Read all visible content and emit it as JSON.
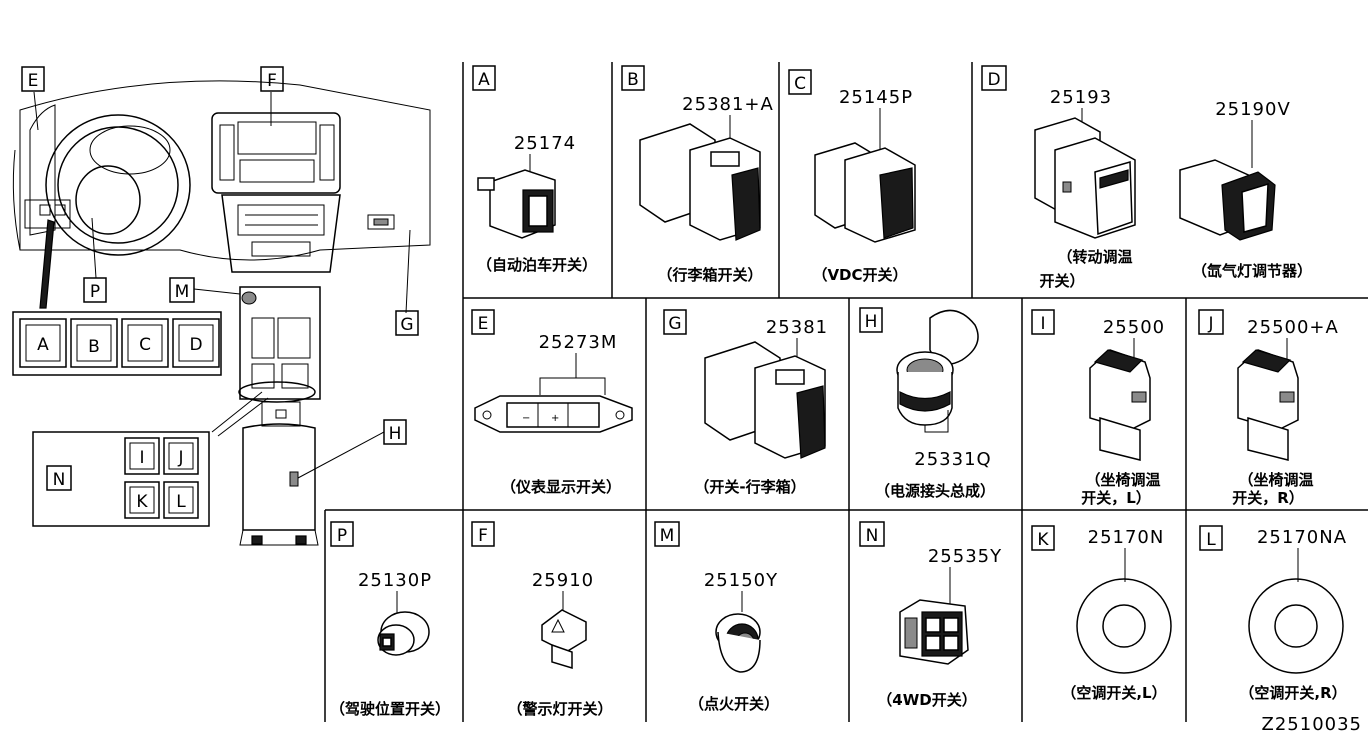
{
  "overview": {
    "callouts": [
      "E",
      "F",
      "P",
      "M",
      "G",
      "H",
      "N"
    ],
    "panel_switches": [
      "A",
      "B",
      "C",
      "D"
    ],
    "console_switches": [
      "I",
      "J",
      "K",
      "L"
    ]
  },
  "cells": [
    {
      "id": "A",
      "part": "25174",
      "caption": "（自动泊车开关）"
    },
    {
      "id": "B",
      "part": "25381+A",
      "caption": "（行李箱开关）"
    },
    {
      "id": "C",
      "part": "25145P",
      "caption": "（VDC开关）"
    },
    {
      "id": "D",
      "parts": [
        "25193",
        "25190V"
      ],
      "captions": [
        "（转动调温",
        "开关）",
        "（氙气灯调节器）"
      ]
    },
    {
      "id": "E",
      "part": "25273M",
      "caption": "（仪表显示开关）"
    },
    {
      "id": "G",
      "part": "25381",
      "caption": "（开关-行李箱）"
    },
    {
      "id": "H",
      "part": "25331Q",
      "caption": "（电源接头总成）"
    },
    {
      "id": "I",
      "part": "25500",
      "caption1": "（坐椅调温",
      "caption2": "开关，L）"
    },
    {
      "id": "J",
      "part": "25500+A",
      "caption1": "（坐椅调温",
      "caption2": "开关，R）"
    },
    {
      "id": "P",
      "part": "25130P",
      "caption": "（驾驶位置开关）"
    },
    {
      "id": "F",
      "part": "25910",
      "caption": "（警示灯开关）"
    },
    {
      "id": "M",
      "part": "25150Y",
      "caption": "（点火开关）"
    },
    {
      "id": "N",
      "part": "25535Y",
      "caption": "（4WD开关）"
    },
    {
      "id": "K",
      "part": "25170N",
      "caption": "（空调开关,L）"
    },
    {
      "id": "L",
      "part": "25170NA",
      "caption": "（空调开关,R）"
    }
  ],
  "diagram_code": "Z2510035"
}
